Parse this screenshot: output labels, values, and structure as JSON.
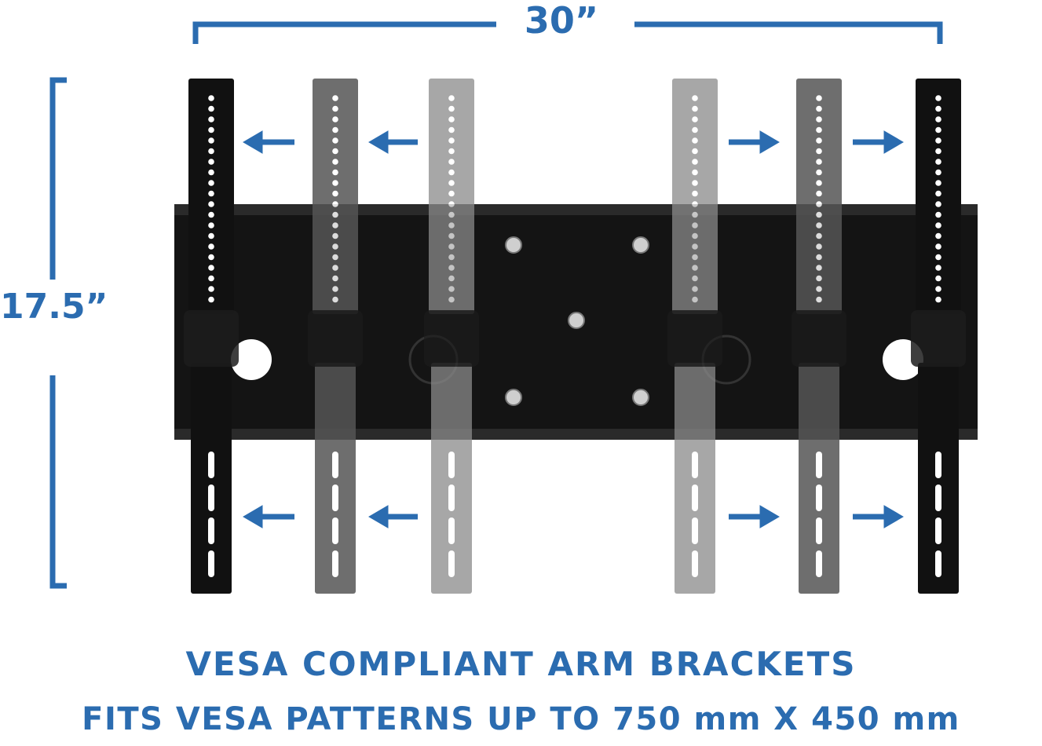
{
  "dimensions": {
    "width_label": "30”",
    "height_label": "17.5”"
  },
  "captions": {
    "line1": "VESA COMPLIANT ARM BRACKETS",
    "line2": "FITS VESA PATTERNS UP TO 750 mm X 450 mm"
  },
  "colors": {
    "accent": "#2b6cb0",
    "mount_black": "#111111",
    "arm_dark_gray": "#555555",
    "arm_light_gray": "#8a8a8a"
  },
  "icons": {
    "arrows": [
      "arrow-left-icon",
      "arrow-right-icon"
    ]
  }
}
